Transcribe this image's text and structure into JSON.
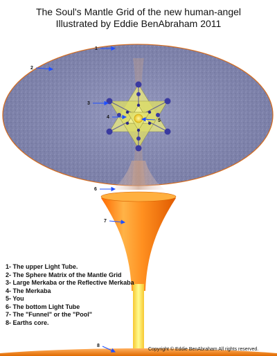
{
  "title": {
    "line1": "The Soul's Mantle Grid of the new human-angel",
    "line2": "Illustrated by Eddie BenAbraham 2011"
  },
  "callouts": [
    "1",
    "2",
    "3",
    "4",
    "5",
    "6",
    "7",
    "8"
  ],
  "legend": [
    "1- The upper Light Tube.",
    "2- The Sphere Matrix of the Mantle Grid",
    "3- Large Merkaba or the Reflective Merkaba",
    "4- The Merkaba",
    "5- You",
    "6- The bottom Light Tube",
    "7- The \"Funnel\" or the \"Pool\"",
    "8- Earths core."
  ],
  "copyright": "Copyright © Eddie BenAbraham All rights reserved.",
  "colors": {
    "sphere_fill": "#8c90b8",
    "sphere_border": "#e0701a",
    "merkaba": "#e0e070",
    "merkaba_nodes": "#3a3aa0",
    "funnel": "#ff8a10",
    "light_tube": "#f5f060",
    "arrows": "#2050ff",
    "earth_core": "#ee7a10"
  }
}
